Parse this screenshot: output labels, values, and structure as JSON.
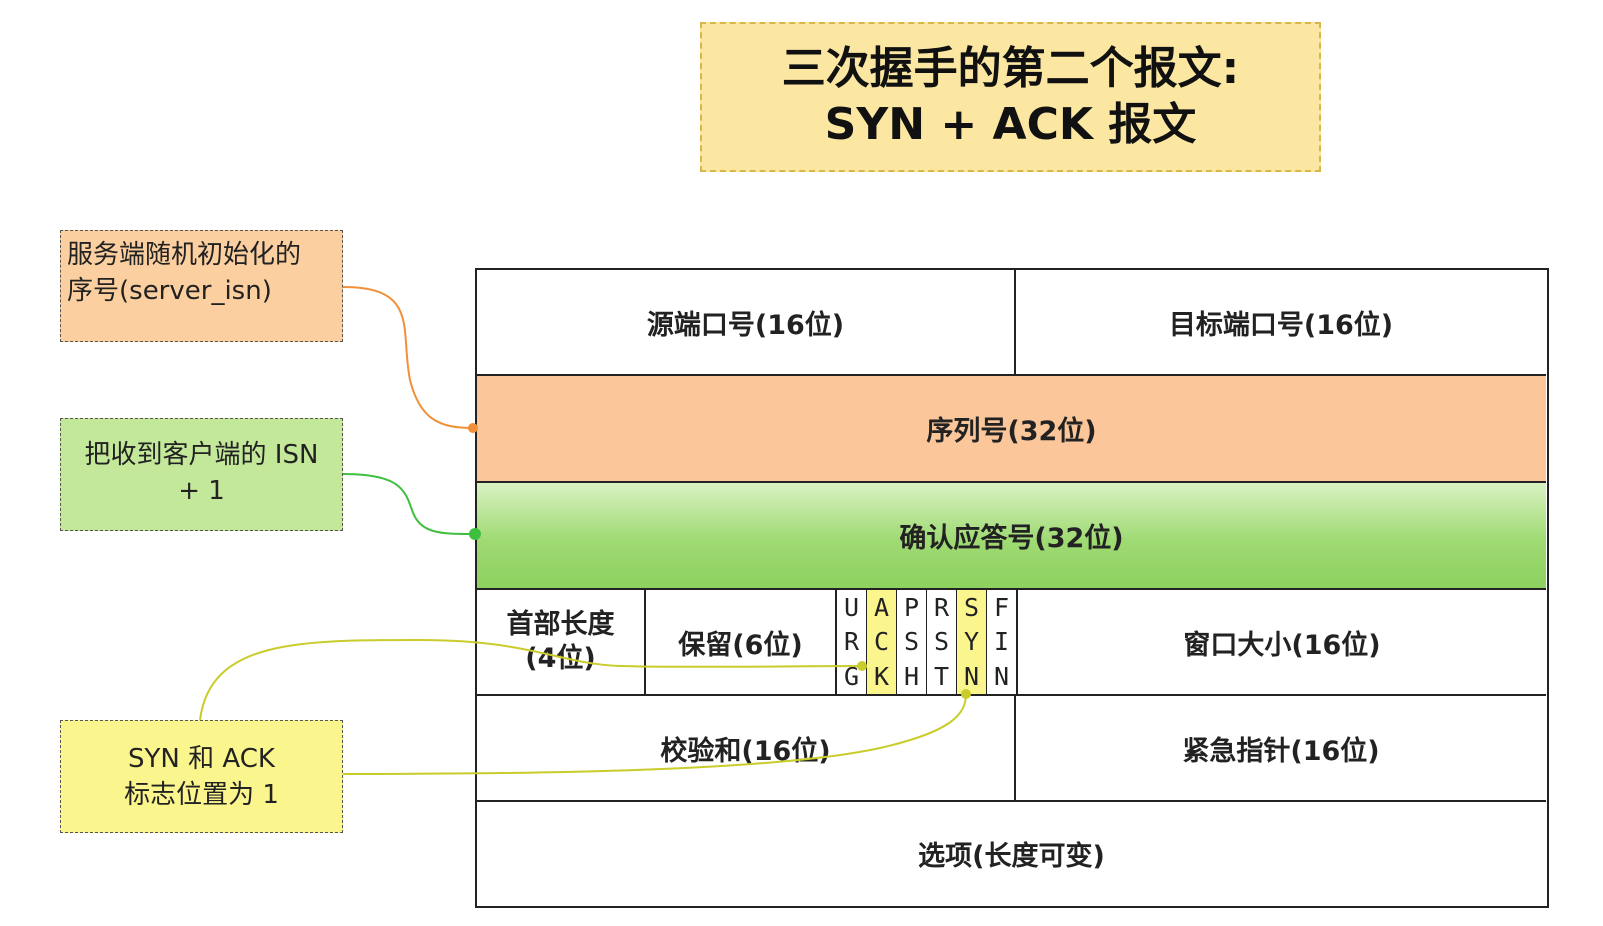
{
  "title": {
    "line1": "三次握手的第二个报文:",
    "line2": "SYN + ACK 报文"
  },
  "notes": {
    "server_isn": [
      "服务端随机初始化的",
      "序号(server_isn)"
    ],
    "ack_isn": [
      "把收到客户端的 ISN",
      "+ 1"
    ],
    "syn_ack": [
      "SYN 和 ACK",
      "标志位置为 1"
    ]
  },
  "tcp_header": {
    "src_port": "源端口号(16位)",
    "dst_port": "目标端口号(16位)",
    "seq_num": "序列号(32位)",
    "ack_num": "确认应答号(32位)",
    "header_len_line1": "首部长度",
    "header_len_line2": "(4位)",
    "reserved": "保留(6位)",
    "window": "窗口大小(16位)",
    "checksum": "校验和(16位)",
    "urgent_ptr": "紧急指针(16位)",
    "options": "选项(长度可变)"
  },
  "flags": [
    {
      "letters": [
        "U",
        "R",
        "G"
      ],
      "set": false
    },
    {
      "letters": [
        "A",
        "C",
        "K"
      ],
      "set": true
    },
    {
      "letters": [
        "P",
        "S",
        "H"
      ],
      "set": false
    },
    {
      "letters": [
        "R",
        "S",
        "T"
      ],
      "set": false
    },
    {
      "letters": [
        "S",
        "Y",
        "N"
      ],
      "set": true
    },
    {
      "letters": [
        "F",
        "I",
        "N"
      ],
      "set": false
    }
  ],
  "colors": {
    "title_bg": "#fbe7a1",
    "seq_bg": "#fbc79a",
    "ack_bg": "#9fda73",
    "flag_highlight": "#fbf58e",
    "orange_wire": "#f0913a",
    "green_wire": "#3fbf3f",
    "yellow_wire": "#c9cc2a"
  }
}
